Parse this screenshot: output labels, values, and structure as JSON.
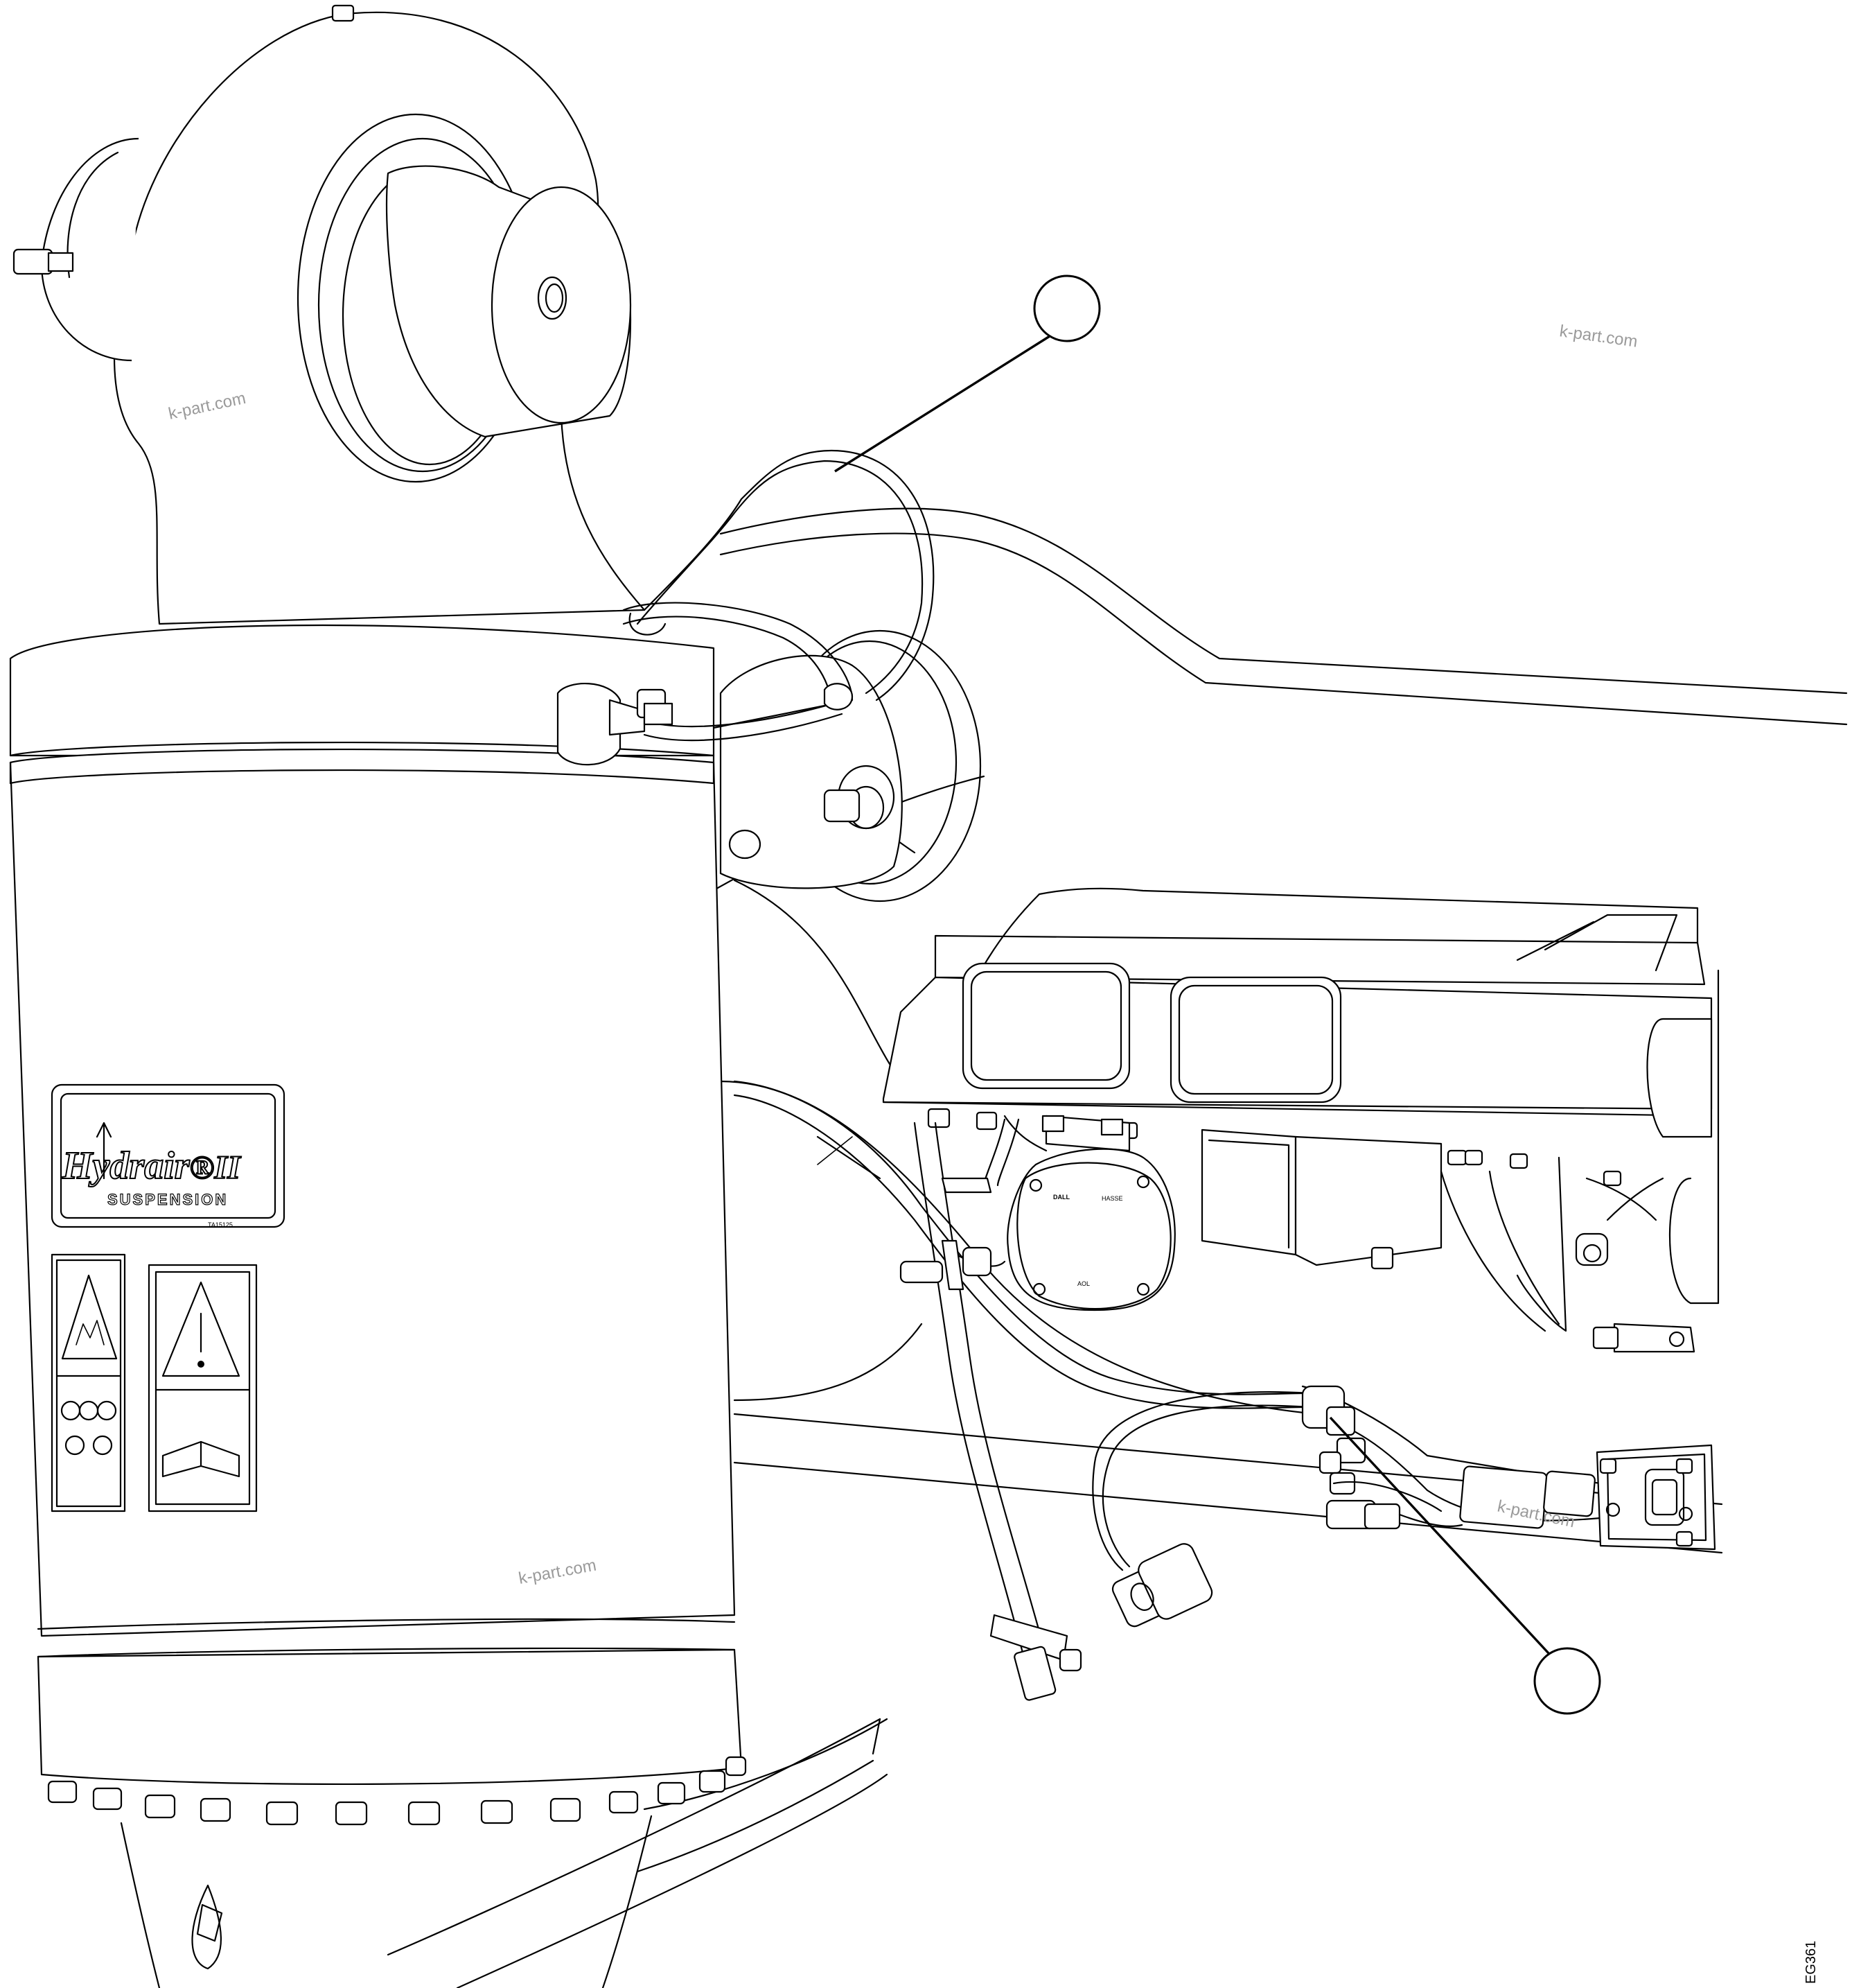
{
  "logo": {
    "line1": "Hydrair",
    "mark": "®II",
    "line2": "SUSPENSION",
    "part_code": "TA15125"
  },
  "decal": {
    "valve_label_1": "DALL",
    "valve_label_2": "HASSE",
    "valve_label_3": "AOL"
  },
  "watermarks": [
    "k-part.com",
    "k-part.com",
    "k-part.com",
    "k-part.com"
  ],
  "document_id": "EG361",
  "callouts": [
    "",
    ""
  ]
}
